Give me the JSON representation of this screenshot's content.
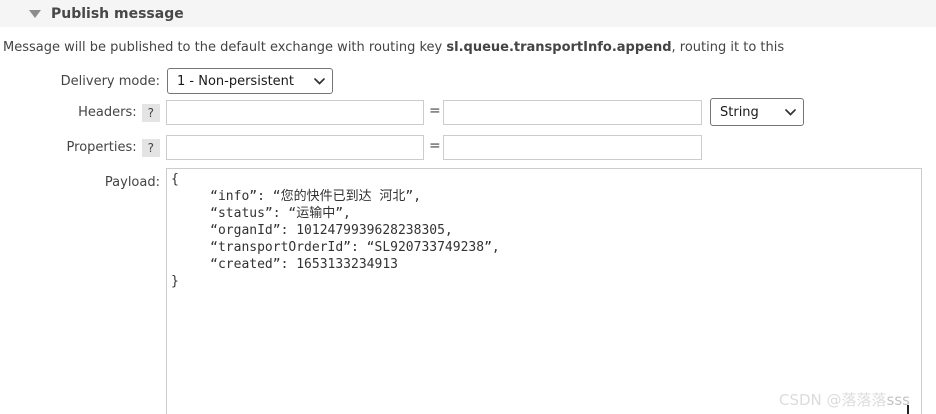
{
  "panel": {
    "title": "Publish message"
  },
  "description": {
    "prefix": "Message will be published to the default exchange with routing key ",
    "routing_key": "sl.queue.transportInfo.append",
    "suffix": ", routing it to this"
  },
  "form": {
    "delivery_mode": {
      "label": "Delivery mode:",
      "selected": "1 - Non-persistent"
    },
    "headers": {
      "label": "Headers:",
      "help_label": "?",
      "key": "",
      "equals": "=",
      "value": "",
      "type_selected": "String"
    },
    "properties": {
      "label": "Properties:",
      "help_label": "?",
      "key": "",
      "equals": "=",
      "value": ""
    },
    "payload": {
      "label": "Payload:",
      "value": "{\n     “info”: “您的快件已到达 河北”,\n     “status”: “运输中”,\n     “organId”: 1012479939628238305,\n     “transportOrderId”: “SL920733749238”,\n     “created”: 1653133234913\n}"
    }
  },
  "watermark": {
    "prefix": "CSDN @落落落",
    "suffix": "sss"
  },
  "colors": {
    "panel_header_bg": "#f5f5f5",
    "body_text": "#444444",
    "input_border": "#cccccc",
    "select_border": "#767676"
  }
}
